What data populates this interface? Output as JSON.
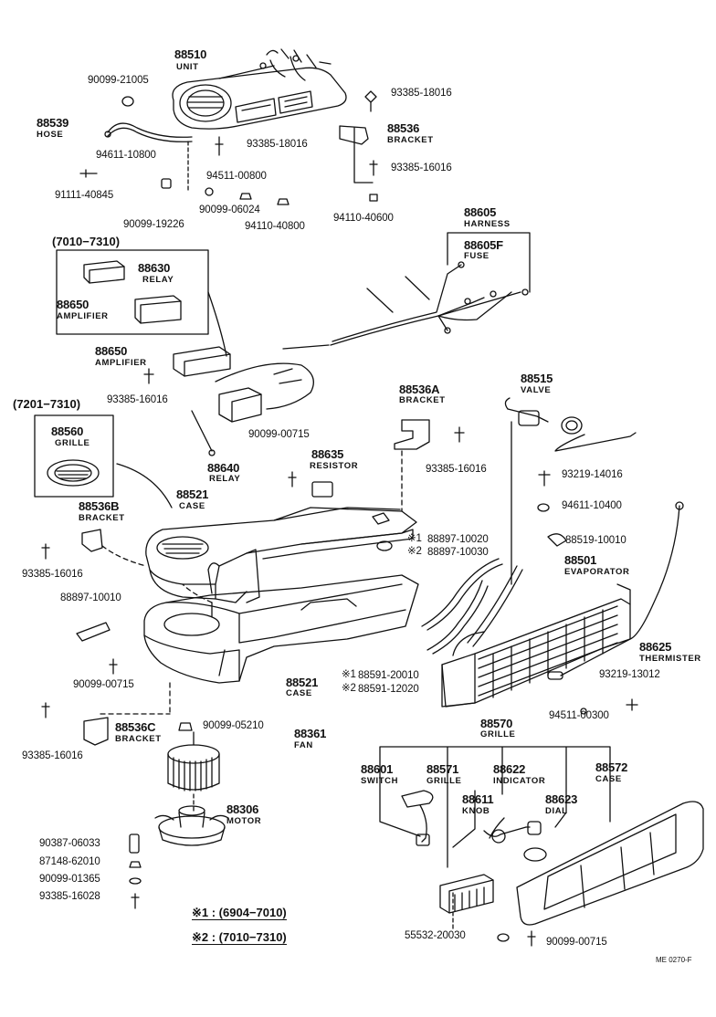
{
  "parts": [
    {
      "id": "p88510",
      "number": "88510",
      "name": "UNIT"
    },
    {
      "id": "p88539",
      "number": "88539",
      "name": "HOSE"
    },
    {
      "id": "p88536",
      "number": "88536",
      "name": "BRACKET"
    },
    {
      "id": "p88605",
      "number": "88605",
      "name": "HARNESS"
    },
    {
      "id": "p88605f",
      "number": "88605F",
      "name": "FUSE"
    },
    {
      "id": "p88630",
      "number": "88630",
      "name": "RELAY"
    },
    {
      "id": "p88650a",
      "number": "88650",
      "name": "AMPLIFIER"
    },
    {
      "id": "p88650b",
      "number": "88650",
      "name": "AMPLIFIER"
    },
    {
      "id": "p88560",
      "number": "88560",
      "name": "GRILLE"
    },
    {
      "id": "p88640",
      "number": "88640",
      "name": "RELAY"
    },
    {
      "id": "p88536a",
      "number": "88536A",
      "name": "BRACKET"
    },
    {
      "id": "p88635",
      "number": "88635",
      "name": "RESISTOR"
    },
    {
      "id": "p88515",
      "number": "88515",
      "name": "VALVE"
    },
    {
      "id": "p88521a",
      "number": "88521",
      "name": "CASE"
    },
    {
      "id": "p88536b",
      "number": "88536B",
      "name": "BRACKET"
    },
    {
      "id": "p88501",
      "number": "88501",
      "name": "EVAPORATOR"
    },
    {
      "id": "p88625",
      "number": "88625",
      "name": "THERMISTER"
    },
    {
      "id": "p88521b",
      "number": "88521",
      "name": "CASE"
    },
    {
      "id": "p88570",
      "number": "88570",
      "name": "GRILLE"
    },
    {
      "id": "p88536c",
      "number": "88536C",
      "name": "BRACKET"
    },
    {
      "id": "p88361",
      "number": "88361",
      "name": "FAN"
    },
    {
      "id": "p88306",
      "number": "88306",
      "name": "MOTOR"
    },
    {
      "id": "p88601",
      "number": "88601",
      "name": "SWITCH"
    },
    {
      "id": "p88571",
      "number": "88571",
      "name": "GRILLE"
    },
    {
      "id": "p88622",
      "number": "88622",
      "name": "INDICATOR"
    },
    {
      "id": "p88572",
      "number": "88572",
      "name": "CASE"
    },
    {
      "id": "p88611",
      "number": "88611",
      "name": "KNOB"
    },
    {
      "id": "p88623",
      "number": "88623",
      "name": "DIAL"
    }
  ],
  "part_numbers": {
    "pn1": "90099-21005",
    "pn2": "93385-18016",
    "pn3": "93385-18016",
    "pn4": "94611-10800",
    "pn5": "93385-16016",
    "pn6": "91111-40845",
    "pn7": "94511-00800",
    "pn8": "90099-06024",
    "pn9": "90099-19226",
    "pn10": "94110-40800",
    "pn11": "94110-40600",
    "pn12": "93385-16016",
    "pn13": "90099-00715",
    "pn14": "93385-16016",
    "pn15": "93219-14016",
    "pn16": "94611-10400",
    "pn17": "88897-10020",
    "pn18": "88897-10030",
    "pn19": "88519-10010",
    "pn20": "93385-16016",
    "pn21": "88897-10010",
    "pn22": "90099-00715",
    "pn23": "88591-20010",
    "pn24": "88591-12020",
    "pn25": "93219-13012",
    "pn26": "94511-00300",
    "pn27": "93385-16016",
    "pn28": "90099-05210",
    "pn29": "90387-06033",
    "pn30": "87148-62010",
    "pn31": "90099-01365",
    "pn32": "93385-16028",
    "pn33": "55532-20030",
    "pn34": "90099-00715"
  },
  "marks": {
    "m1": "※1",
    "m2": "※2",
    "m3": "※1",
    "m4": "※2"
  },
  "ranges": {
    "r1": "(7010−7310)",
    "r2": "(7201−7310)"
  },
  "legend": {
    "l1": "※1 : (6904−7010)",
    "l2": "※2 : (7010−7310)"
  },
  "figure_code": "ME 0270-F"
}
